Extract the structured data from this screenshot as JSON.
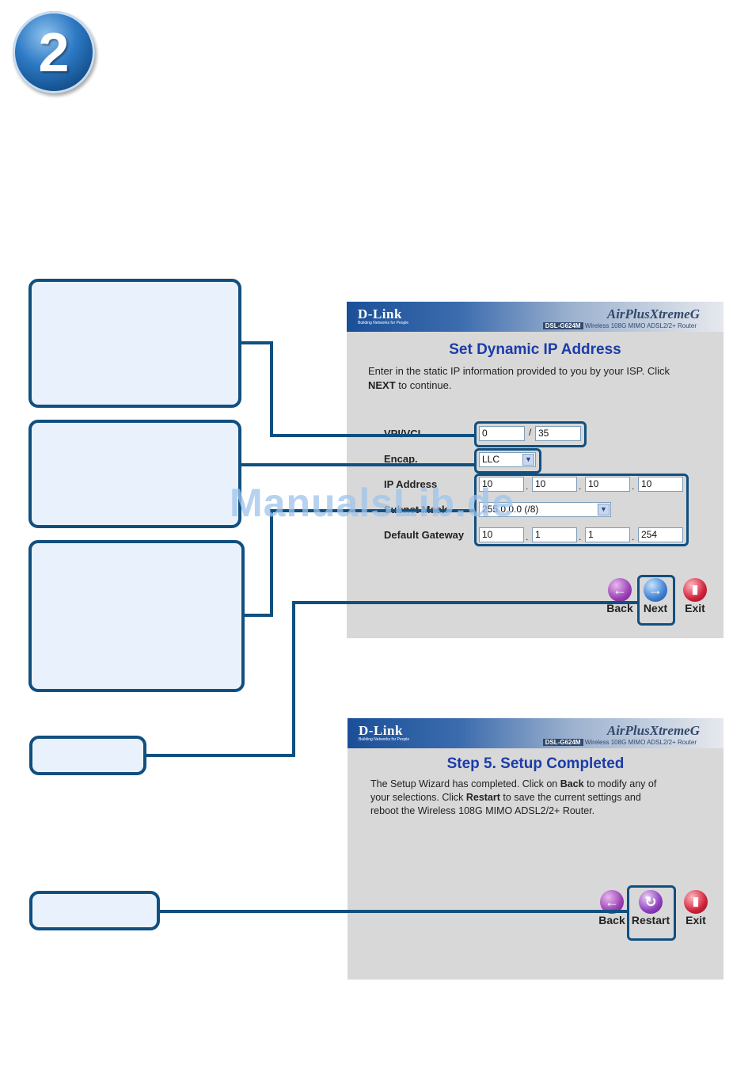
{
  "step": {
    "number": "2"
  },
  "screen1": {
    "logo": "D-Link",
    "logo_tagline": "Building Networks for People",
    "product_line": "AirPlusXtremeG",
    "model": "DSL-G624M",
    "product_desc": "Wireless 108G MIMO ADSL2/2+ Router",
    "title": "Set Dynamic IP Address",
    "desc_line1": "Enter in the static IP information provided to you by your ISP. Click",
    "desc_bold": "NEXT",
    "desc_line2": " to continue.",
    "vpi_label": "VPI/VCI",
    "vpi_value": "0",
    "vci_sep": "/",
    "vci_value": "35",
    "encap_label": "Encap.",
    "encap_value": "LLC",
    "ip_label": "IP Address",
    "ip": [
      "10",
      "10",
      "10",
      "10"
    ],
    "mask_label": "Subnet Mask",
    "mask_value": "255.0.0.0 (/8)",
    "gw_label": "Default Gateway",
    "gw": [
      "10",
      "1",
      "1",
      "254"
    ],
    "back_label": "Back",
    "next_label": "Next",
    "exit_label": "Exit"
  },
  "screen2": {
    "logo": "D-Link",
    "logo_tagline": "Building Networks for People",
    "product_line": "AirPlusXtremeG",
    "model": "DSL-G624M",
    "product_desc": "Wireless 108G MIMO ADSL2/2+ Router",
    "title": "Step 5. Setup Completed",
    "desc_a": "The Setup Wizard has completed. Click on ",
    "desc_back": "Back",
    "desc_b": " to modify any of",
    "desc_c": "your selections. Click ",
    "desc_restart": "Restart",
    "desc_d": " to save the current settings and",
    "desc_e": "reboot the Wireless 108G MIMO ADSL2/2+ Router.",
    "back_label": "Back",
    "restart_label": "Restart",
    "exit_label": "Exit"
  },
  "watermark": "ManualsLib.de",
  "colors": {
    "accent": "#114f7f",
    "callout_fill": "#e9f2fc",
    "title_blue": "#1b3ca8"
  }
}
